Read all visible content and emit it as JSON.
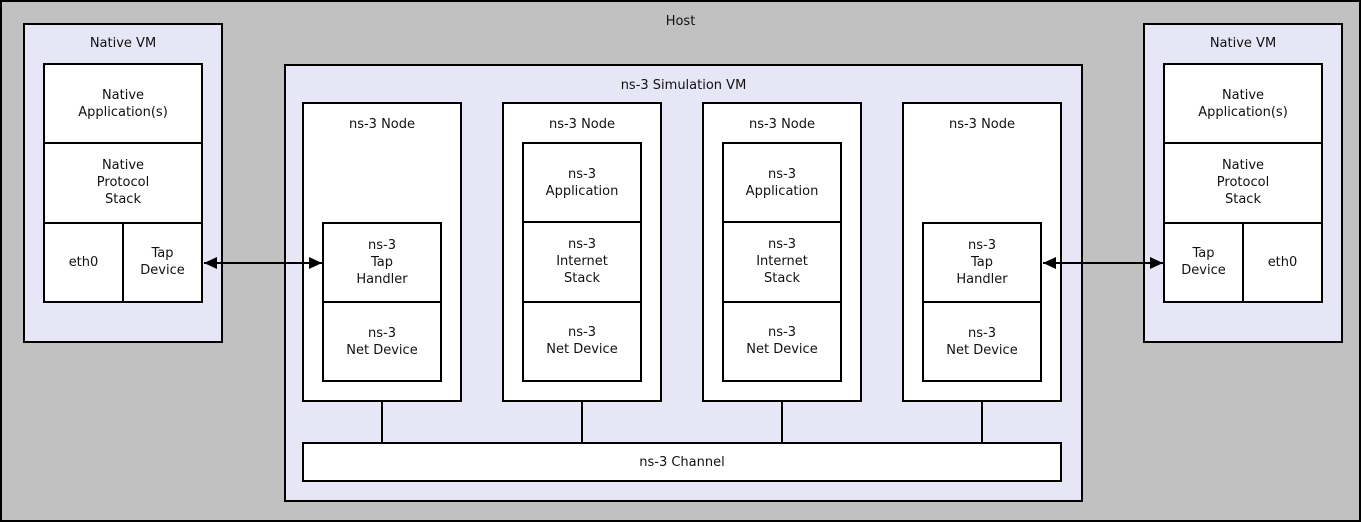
{
  "host": {
    "label": "Host"
  },
  "colors": {
    "background": "#c1c1c1",
    "vm_fill": "#e6e6f7",
    "box_fill": "#ffffff",
    "border": "#000000"
  },
  "left_vm": {
    "title": "Native VM",
    "app": "Native\nApplication(s)",
    "protocol_stack": "Native\nProtocol\nStack",
    "eth": "eth0",
    "tap": "Tap\nDevice"
  },
  "right_vm": {
    "title": "Native VM",
    "app": "Native\nApplication(s)",
    "protocol_stack": "Native\nProtocol\nStack",
    "tap": "Tap\nDevice",
    "eth": "eth0"
  },
  "sim_vm": {
    "title": "ns-3 Simulation VM",
    "channel_label": "ns-3 Channel",
    "nodes": [
      {
        "title": "ns-3 Node",
        "cells": [
          "ns-3\nTap\nHandler",
          "ns-3\nNet Device"
        ]
      },
      {
        "title": "ns-3 Node",
        "cells": [
          "ns-3\nApplication",
          "ns-3\nInternet\nStack",
          "ns-3\nNet Device"
        ]
      },
      {
        "title": "ns-3 Node",
        "cells": [
          "ns-3\nApplication",
          "ns-3\nInternet\nStack",
          "ns-3\nNet Device"
        ]
      },
      {
        "title": "ns-3 Node",
        "cells": [
          "ns-3\nTap\nHandler",
          "ns-3\nNet Device"
        ]
      }
    ]
  }
}
